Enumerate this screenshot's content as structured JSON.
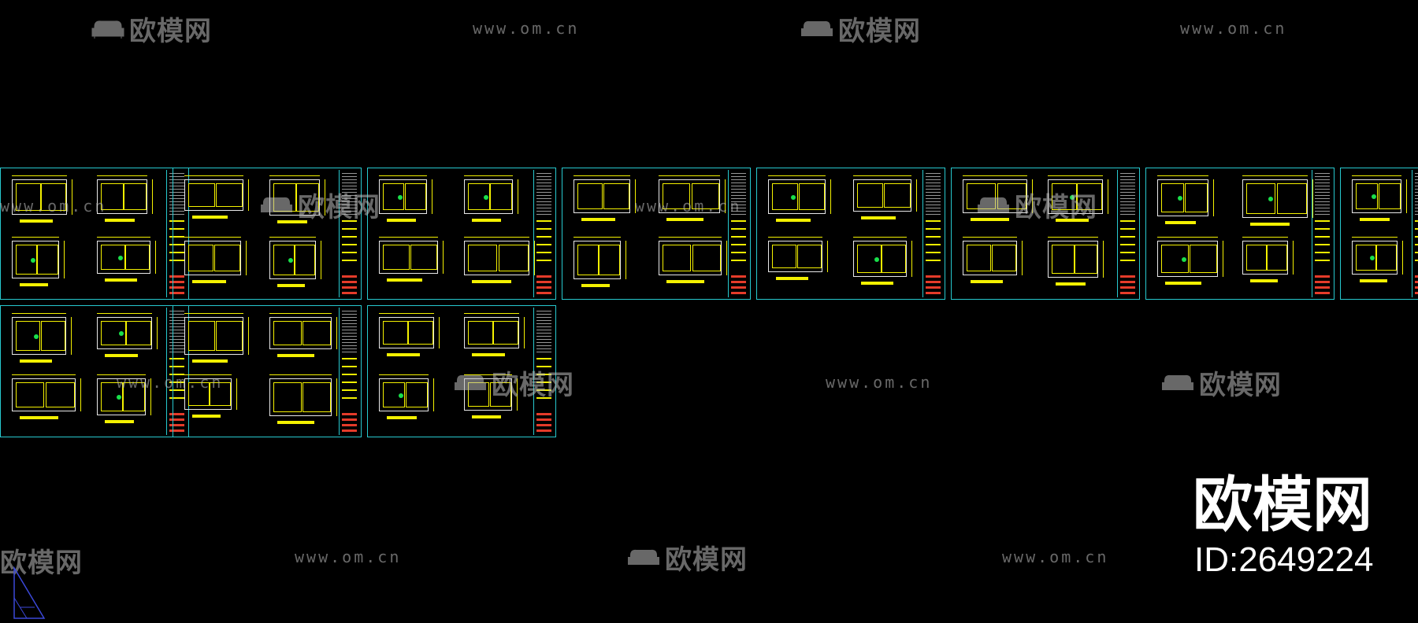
{
  "app": {
    "background": "#000000",
    "sheet_color": "#27c9cf",
    "line_color": "#f4f100",
    "accent_green": "#19e04a"
  },
  "watermark": {
    "logo_text": "欧模网",
    "url_text": "www.om.cn",
    "logo_icon": "sofa-icon"
  },
  "brand": {
    "title": "欧模网",
    "id_label": "ID:2649224"
  },
  "layout_sheets": {
    "row1_count": 8,
    "row2_count": 3
  },
  "ucs": {
    "icon": "ucs-triangle-icon"
  }
}
